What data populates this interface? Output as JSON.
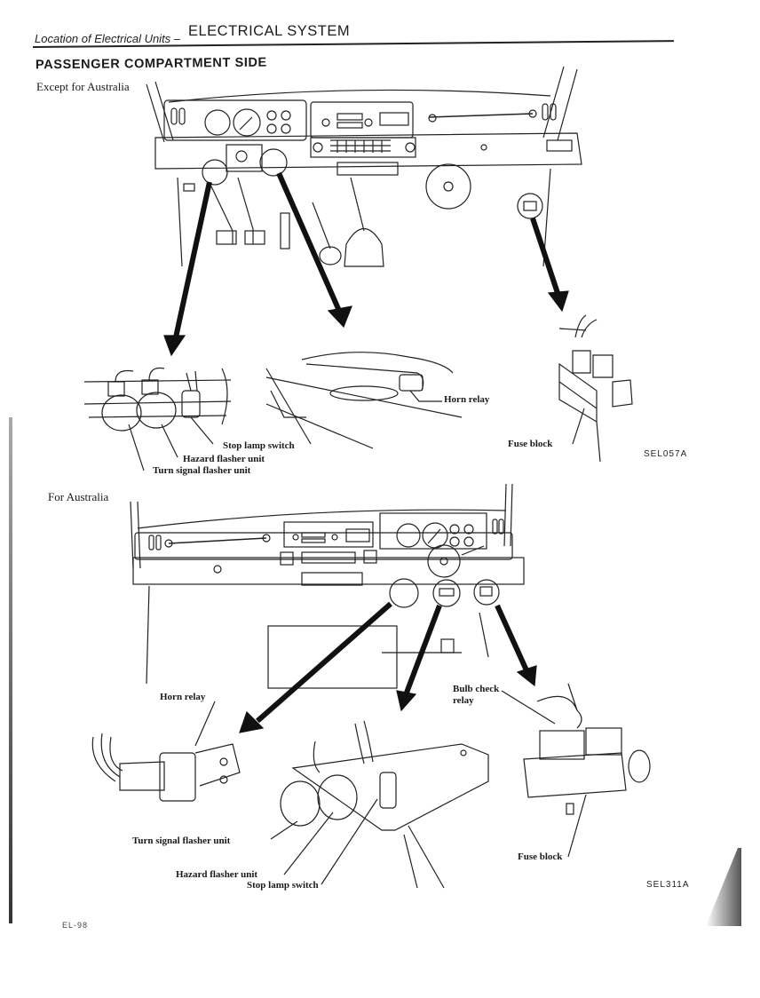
{
  "header": {
    "section_path": "Location of Electrical Units –",
    "chapter": "ELECTRICAL SYSTEM"
  },
  "page_title": "PASSENGER COMPARTMENT SIDE",
  "figures": [
    {
      "subtitle": "Except for Australia",
      "figure_code": "SEL057A",
      "labels": {
        "stop_lamp_switch": "Stop lamp switch",
        "hazard_flasher_unit": "Hazard flasher unit",
        "turn_signal_flasher_unit": "Turn signal flasher unit",
        "horn_relay": "Horn relay",
        "fuse_block": "Fuse block"
      }
    },
    {
      "subtitle": "For Australia",
      "figure_code": "SEL311A",
      "labels": {
        "horn_relay": "Horn relay",
        "bulb_check_relay": "Bulb check relay",
        "turn_signal_flasher_unit": "Turn signal flasher unit",
        "hazard_flasher_unit": "Hazard flasher unit",
        "stop_lamp_switch": "Stop lamp switch",
        "fuse_block": "Fuse block"
      }
    }
  ],
  "footer": {
    "page_number": "EL-98"
  }
}
